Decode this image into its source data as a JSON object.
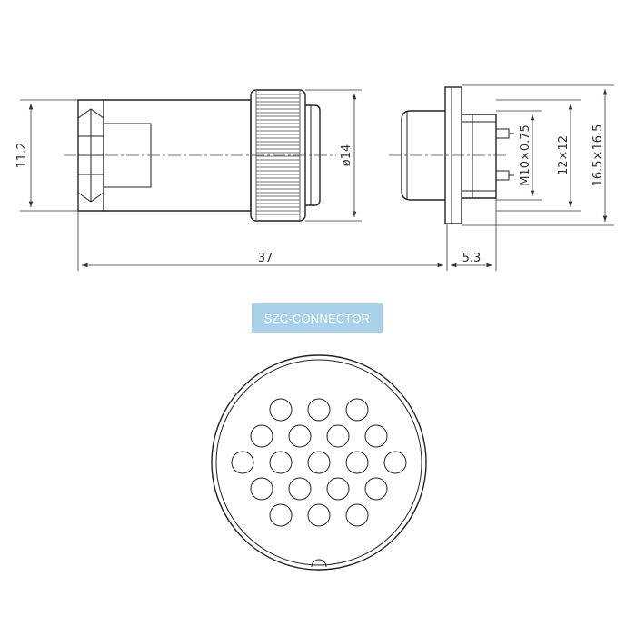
{
  "label": "SZC-CONNECTOR",
  "dimensions": {
    "height_left": "11.2",
    "diameter": "ø14",
    "thread": "M10×0.75",
    "square_inner": "12×12",
    "square_outer": "16.5×16.5",
    "length": "37",
    "flange": "5.3"
  },
  "pin_face": {
    "pin_rows": [
      3,
      4,
      5,
      4,
      3
    ],
    "pin_count": 19
  }
}
